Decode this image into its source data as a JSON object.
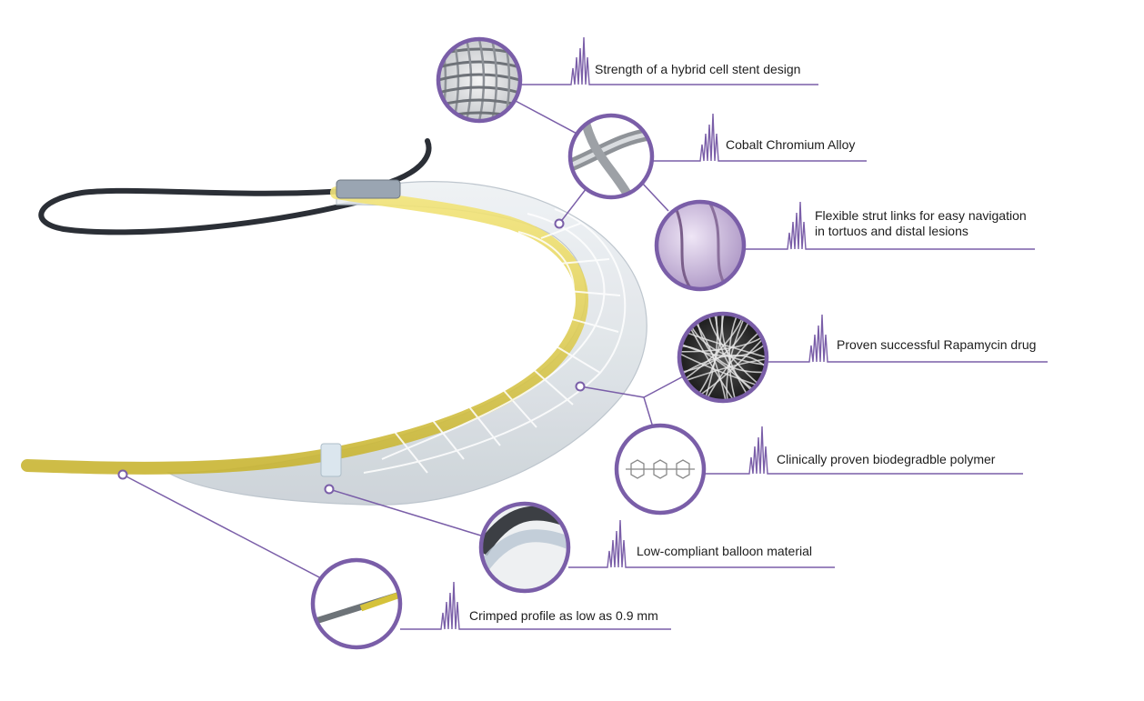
{
  "colors": {
    "accent": "#7a5ea8",
    "stent": "#e2e6ea",
    "balloon": "#dfe3e7",
    "catheter_yellow": "#e4d04a",
    "guidewire": "#2b2f36"
  },
  "callouts": [
    {
      "id": "hybrid-cell-design",
      "lines": [
        "Strength of a hybrid cell stent design"
      ],
      "detail": "stent-mesh"
    },
    {
      "id": "cobalt-chromium",
      "lines": [
        "Cobalt Chromium Alloy"
      ],
      "detail": "strut-closeup"
    },
    {
      "id": "flexible-links",
      "lines": [
        "Flexible strut links for easy navigation",
        "in tortuos and distal lesions"
      ],
      "detail": "flexible-link"
    },
    {
      "id": "rapamycin",
      "lines": [
        "Proven successful Rapamycin drug"
      ],
      "detail": "drug-fibers"
    },
    {
      "id": "biodegradable-polymer",
      "lines": [
        "Clinically proven biodegradble polymer"
      ],
      "detail": "polymer-molecule"
    },
    {
      "id": "balloon-material",
      "lines": [
        "Low-compliant balloon material"
      ],
      "detail": "balloon-edge"
    },
    {
      "id": "crimped-profile",
      "lines": [
        "Crimped profile as low as 0.9 mm"
      ],
      "detail": "crimped-catheter"
    }
  ]
}
